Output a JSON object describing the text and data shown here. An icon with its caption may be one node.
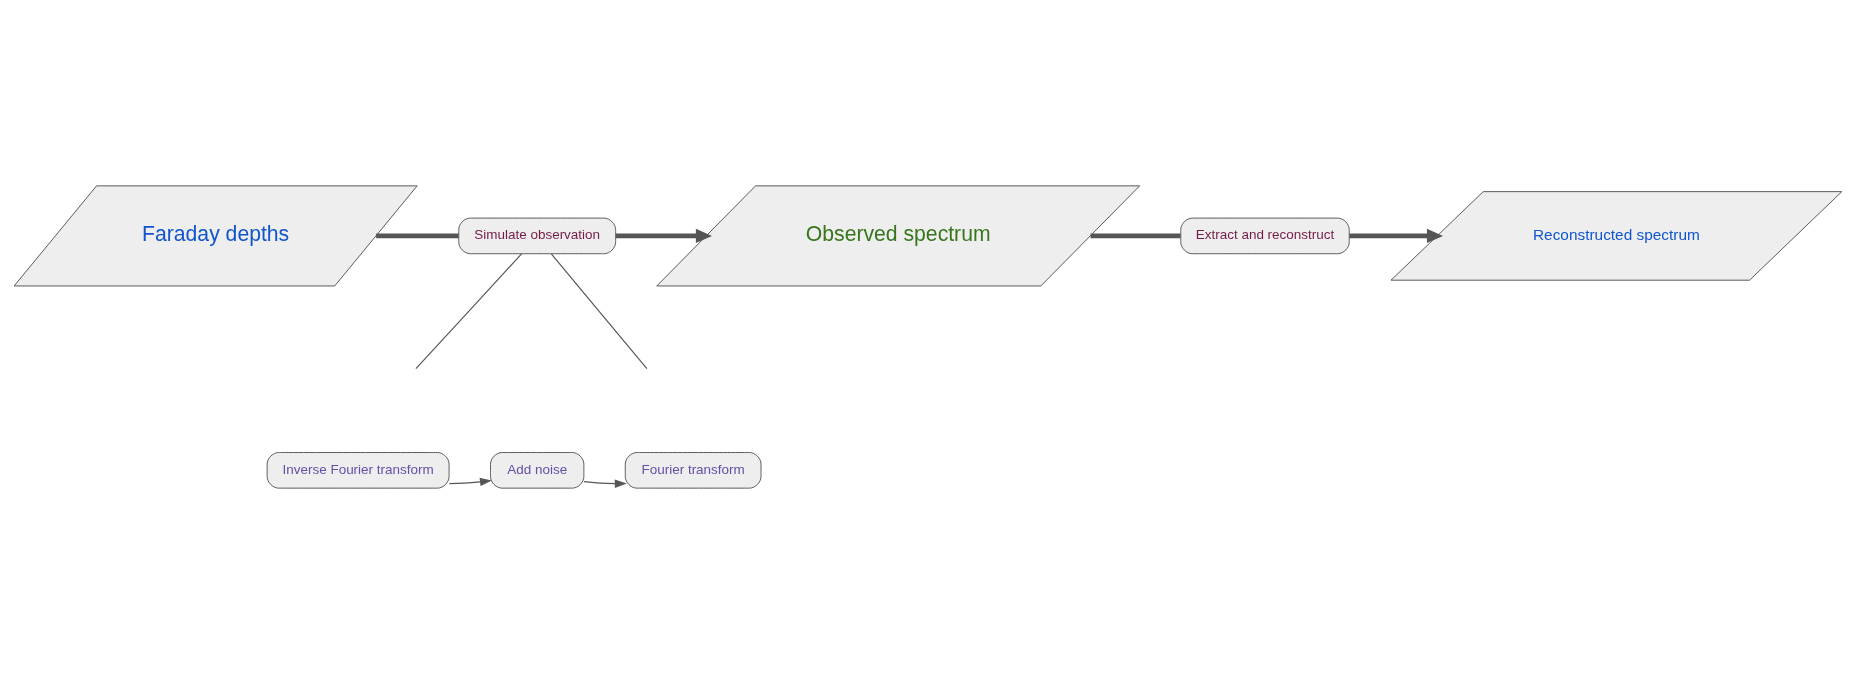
{
  "diagram": {
    "nodes": [
      {
        "text": [
          "Faraday depths"
        ]
      },
      {
        "text": [
          "Simulate observation"
        ]
      },
      {
        "text": [
          "Observed spectrum"
        ]
      },
      {
        "text": [
          "Extract and reconstruct"
        ]
      },
      {
        "text": [
          "Reconstructed spectrum"
        ]
      },
      {
        "text": [
          "Add noise"
        ]
      },
      {
        "text": [
          "Inverse Fourier transform"
        ]
      },
      {
        "text": [
          "Fourier transform"
        ]
      }
    ],
    "edges": [
      {
        "from": 0,
        "to": 1,
        "arrow": "none",
        "style": "thick"
      },
      {
        "from": 1,
        "to": 2,
        "arrow": "to",
        "style": "thick"
      },
      {
        "from": 2,
        "to": 3,
        "arrow": "none",
        "style": "thick"
      },
      {
        "from": 3,
        "to": 4,
        "arrow": "to",
        "style": "thick"
      },
      {
        "from": 1,
        "to": null,
        "arrow": "none"
      },
      {
        "from": 1,
        "to": null,
        "arrow": "none"
      },
      {
        "from": 6,
        "to": 5,
        "arrow": "to"
      },
      {
        "from": 5,
        "to": 7,
        "arrow": "to"
      }
    ]
  }
}
